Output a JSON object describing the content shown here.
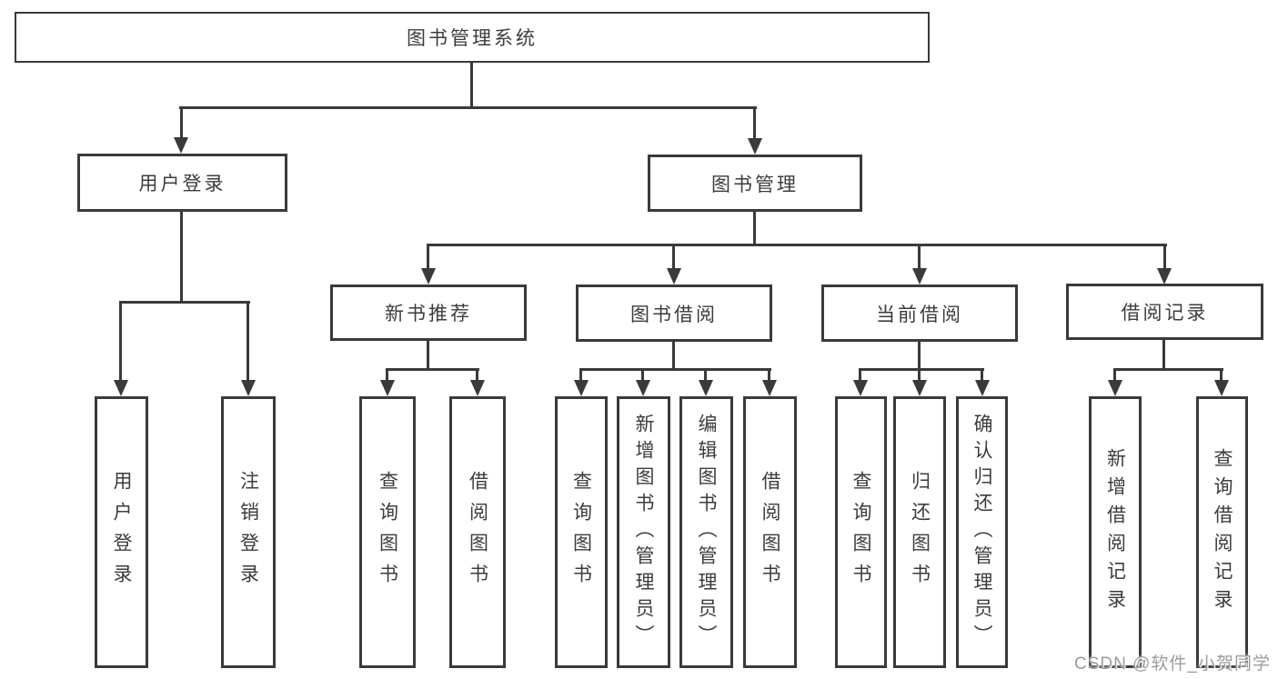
{
  "diagram": {
    "title": "图书管理系统",
    "branches": [
      {
        "label": "用户登录",
        "children": [
          {
            "label": "用户登录"
          },
          {
            "label": "注销登录"
          }
        ]
      },
      {
        "label": "图书管理",
        "children": [
          {
            "label": "新书推荐",
            "children": [
              {
                "label": "查询图书"
              },
              {
                "label": "借阅图书"
              }
            ]
          },
          {
            "label": "图书借阅",
            "children": [
              {
                "label": "查询图书"
              },
              {
                "label": "新增图书（管理员）"
              },
              {
                "label": "编辑图书（管理员）"
              },
              {
                "label": "借阅图书"
              }
            ]
          },
          {
            "label": "当前借阅",
            "children": [
              {
                "label": "查询图书"
              },
              {
                "label": "归还图书"
              },
              {
                "label": "确认归还（管理员）"
              }
            ]
          },
          {
            "label": "借阅记录",
            "children": [
              {
                "label": "新增借阅记录"
              },
              {
                "label": "查询借阅记录"
              }
            ]
          }
        ]
      }
    ]
  },
  "watermark": {
    "text": "CSDN @软件_小贺同学"
  },
  "colors": {
    "line": "#3a3a3a",
    "text": "#3c3c3c",
    "background": "#ffffff",
    "watermark": "#9b9b9b"
  }
}
